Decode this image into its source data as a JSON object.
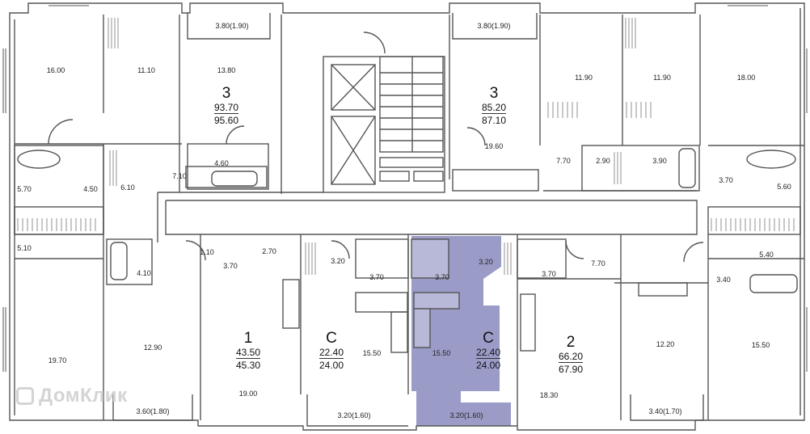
{
  "highlight_color": "#9b9bc8",
  "room_areas": [
    {
      "id": "r1",
      "text": "16.00"
    },
    {
      "id": "r2",
      "text": "11.10"
    },
    {
      "id": "r3",
      "text": "3.80(1.90)"
    },
    {
      "id": "r4",
      "text": "13.80"
    },
    {
      "id": "r5",
      "text": "4.60"
    },
    {
      "id": "r6",
      "text": "7.10"
    },
    {
      "id": "r7",
      "text": "4.50"
    },
    {
      "id": "r8",
      "text": "5.70"
    },
    {
      "id": "r9",
      "text": "6.10"
    },
    {
      "id": "r10",
      "text": "5.10"
    },
    {
      "id": "r11",
      "text": "3.80(1.90)"
    },
    {
      "id": "r12",
      "text": "19.60"
    },
    {
      "id": "r13",
      "text": "11.90"
    },
    {
      "id": "r14",
      "text": "11.90"
    },
    {
      "id": "r15",
      "text": "18.00"
    },
    {
      "id": "r16",
      "text": "7.70"
    },
    {
      "id": "r17",
      "text": "2.90"
    },
    {
      "id": "r18",
      "text": "3.90"
    },
    {
      "id": "r19",
      "text": "3.70"
    },
    {
      "id": "r20",
      "text": "5.60"
    },
    {
      "id": "r21",
      "text": "1.10"
    },
    {
      "id": "r22",
      "text": "2.70"
    },
    {
      "id": "r23",
      "text": "3.70"
    },
    {
      "id": "r24",
      "text": "4.10"
    },
    {
      "id": "r25",
      "text": "12.90"
    },
    {
      "id": "r26",
      "text": "19.70"
    },
    {
      "id": "r27",
      "text": "19.00"
    },
    {
      "id": "r28",
      "text": "3.60(1.80)"
    },
    {
      "id": "r29",
      "text": "3.20"
    },
    {
      "id": "r30",
      "text": "3.70"
    },
    {
      "id": "r31",
      "text": "15.50"
    },
    {
      "id": "r32",
      "text": "3.20(1.60)"
    },
    {
      "id": "r33",
      "text": "3.70"
    },
    {
      "id": "r34",
      "text": "3.20"
    },
    {
      "id": "r35",
      "text": "15.50"
    },
    {
      "id": "r36",
      "text": "3.20(1.60)"
    },
    {
      "id": "r37",
      "text": "3.70"
    },
    {
      "id": "r38",
      "text": "7.70"
    },
    {
      "id": "r39",
      "text": "18.30"
    },
    {
      "id": "r40",
      "text": "12.20"
    },
    {
      "id": "r41",
      "text": "3.40(1.70)"
    },
    {
      "id": "r42",
      "text": "5.40"
    },
    {
      "id": "r43",
      "text": "3.40"
    },
    {
      "id": "r44",
      "text": "15.50"
    }
  ],
  "apartments": [
    {
      "id": "a1",
      "rooms": "3",
      "living_area": "93.70",
      "total_area": "95.60"
    },
    {
      "id": "a2",
      "rooms": "3",
      "living_area": "85.20",
      "total_area": "87.10"
    },
    {
      "id": "a3",
      "rooms": "1",
      "living_area": "43.50",
      "total_area": "45.30"
    },
    {
      "id": "a4",
      "rooms": "C",
      "living_area": "22.40",
      "total_area": "24.00"
    },
    {
      "id": "a5",
      "rooms": "C",
      "living_area": "22.40",
      "total_area": "24.00"
    },
    {
      "id": "a6",
      "rooms": "2",
      "living_area": "66.20",
      "total_area": "67.90"
    }
  ],
  "watermark": "ДомКлик"
}
